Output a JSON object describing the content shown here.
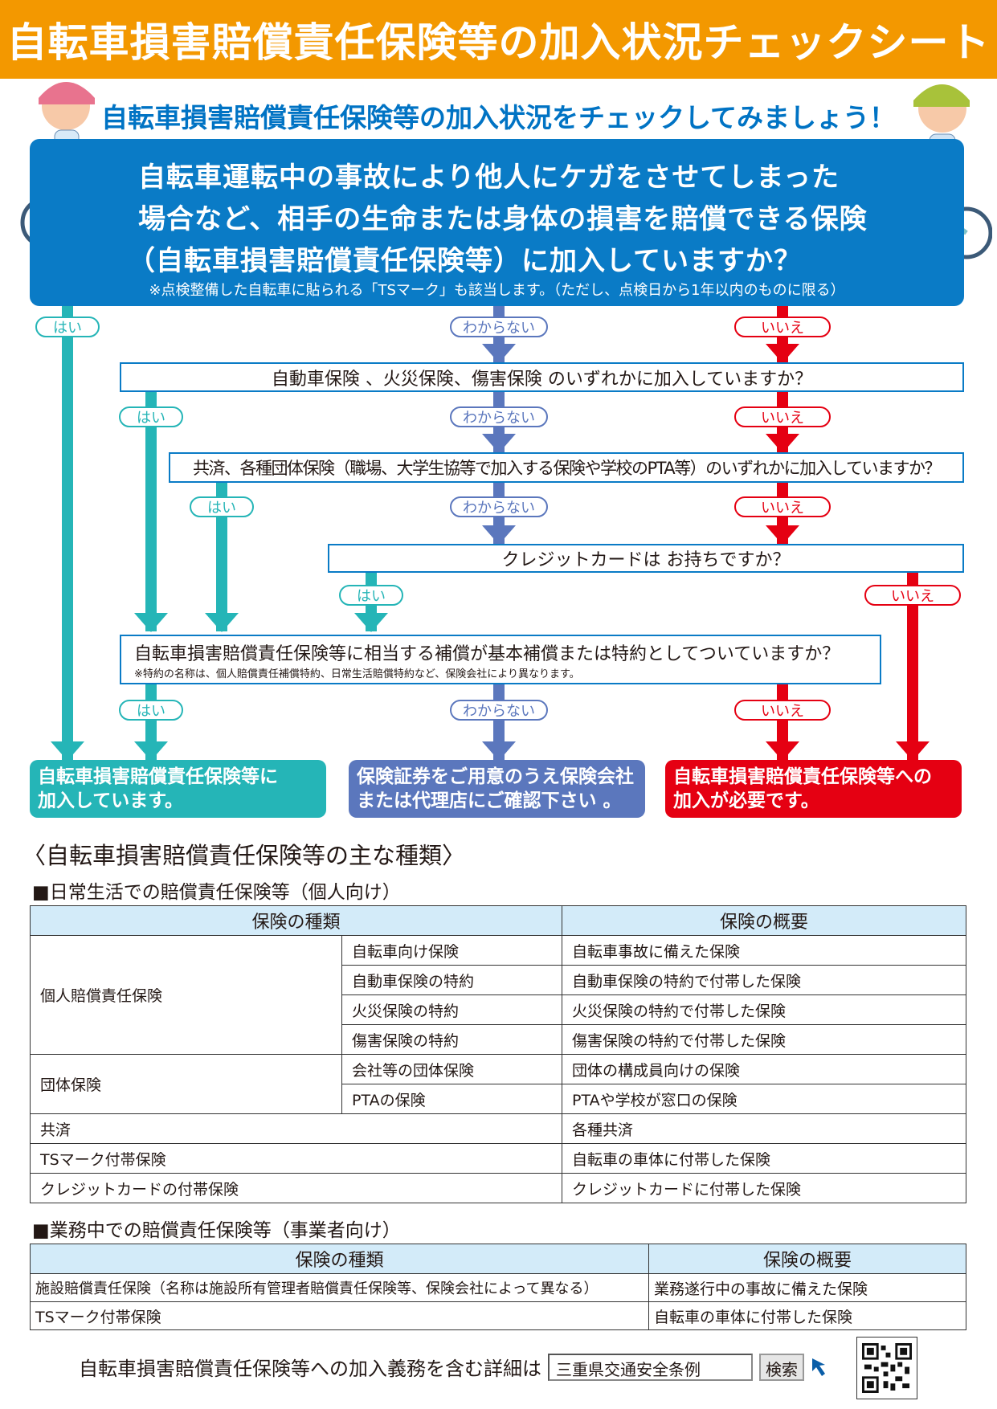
{
  "header": {
    "title": "自転車損害賠償責任保険等の加入状況チェックシート"
  },
  "subtitle": "自転車損害賠償責任保険等の加入状況をチェックしてみましょう！",
  "main_question": {
    "lines": [
      "自転車運転中の事故により他人にケガをさせてしまった",
      "場合など、相手の生命または身体の損害を賠償できる保険",
      "（自転車損害賠償責任保険等）に加入していますか？"
    ],
    "note": "※点検整備した自転車に貼られる「TSマーク」も該当します。（ただし、点検日から1年以内のものに限る）"
  },
  "answers": {
    "yes": "はい",
    "unknown": "わからない",
    "no": "いいえ"
  },
  "questions": {
    "q1": "自動車保険 、火災保険、傷害保険 のいずれかに加入していますか？",
    "q2": "共済、各種団体保険（職場、大学生協等で加入する保険や学校のPTA等）のいずれかに加入していますか？",
    "q3": "クレジットカードは お持ちですか？",
    "q4": "自転車損害賠償責任保険等に相当する補償が基本補償または特約としてついていますか？",
    "q4_note": "※特約の名称は、個人賠償責任補償特約、日常生活賠償特約など、保険会社により異なります。"
  },
  "results": {
    "yes": [
      "自転車損害賠償責任保険等に",
      "加入しています。"
    ],
    "unknown": [
      "保険証券をご用意のうえ保険会社",
      "または代理店にご確認下さい 。"
    ],
    "no": [
      "自転車損害賠償責任保険等への",
      "加入が必要です。"
    ]
  },
  "types_section": {
    "title": "〈自転車損害賠償責任保険等の主な種類〉",
    "personal": {
      "title": "■日常生活での賠償責任保険等（個人向け）",
      "headers": [
        "保険の種類",
        "保険の概要"
      ],
      "groups": [
        {
          "name": "個人賠償責任保険",
          "rows": [
            [
              "自転車向け保険",
              "自転車事故に備えた保険"
            ],
            [
              "自動車保険の特約",
              "自動車保険の特約で付帯した保険"
            ],
            [
              "火災保険の特約",
              "火災保険の特約で付帯した保険"
            ],
            [
              "傷害保険の特約",
              "傷害保険の特約で付帯した保険"
            ]
          ]
        },
        {
          "name": "団体保険",
          "rows": [
            [
              "会社等の団体保険",
              "団体の構成員向けの保険"
            ],
            [
              "PTAの保険",
              "PTAや学校が窓口の保険"
            ]
          ]
        }
      ],
      "singles": [
        [
          "共済",
          "各種共済"
        ],
        [
          "TSマーク付帯保険",
          "自転車の車体に付帯した保険"
        ],
        [
          "クレジットカードの付帯保険",
          "クレジットカードに付帯した保険"
        ]
      ]
    },
    "business": {
      "title": "■業務中での賠償責任保険等（事業者向け）",
      "headers": [
        "保険の種類",
        "保険の概要"
      ],
      "rows": [
        [
          "施設賠償責任保険（名称は施設所有管理者賠償責任保険等、保険会社によって異なる）",
          "業務遂行中の事故に備えた保険"
        ],
        [
          "TSマーク付帯保険",
          "自転車の車体に付帯した保険"
        ]
      ]
    }
  },
  "footer": {
    "text": "自転車損害賠償責任保険等への加入義務を含む詳細は",
    "search_value": "三重県交通安全条例",
    "search_button": "検索"
  },
  "colors": {
    "header": "#f39800",
    "blue": "#0a7bc6",
    "teal": "#25b5b7",
    "purple_blue": "#5b77bd",
    "red": "#e50012"
  }
}
